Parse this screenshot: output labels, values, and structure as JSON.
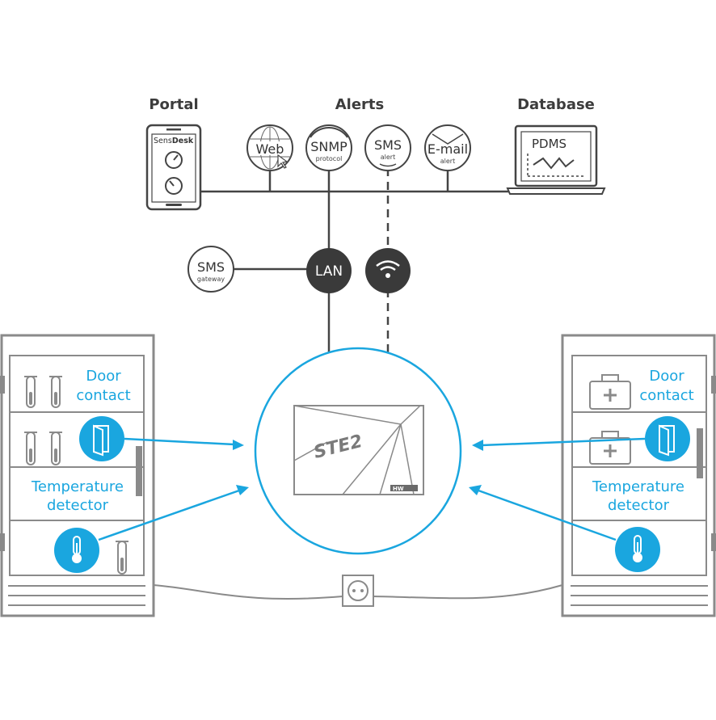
{
  "headers": {
    "portal": "Portal",
    "alerts": "Alerts",
    "database": "Database"
  },
  "portal_device": {
    "brand_plain": "Sens",
    "brand_bold": "Desk"
  },
  "alert_icons": {
    "web": {
      "label": "Web"
    },
    "snmp": {
      "label": "SNMP",
      "sub": "protocol"
    },
    "sms": {
      "label": "SMS",
      "sub": "alert"
    },
    "email": {
      "label": "E-mail",
      "sub": "alert"
    }
  },
  "database_device": {
    "label": "PDMS"
  },
  "sms_gateway": {
    "label": "SMS",
    "sub": "gateway"
  },
  "lan_hub": {
    "label": "LAN"
  },
  "center_device": {
    "label": "STE2",
    "logo": "HW"
  },
  "left_cabinet": {
    "door_line1": "Door",
    "door_line2": "contact",
    "temp_line1": "Temperature",
    "temp_line2": "detector"
  },
  "right_cabinet": {
    "door_line1": "Door",
    "door_line2": "contact",
    "temp_line1": "Temperature",
    "temp_line2": "detector"
  },
  "colors": {
    "accent_blue": "#1aa6df",
    "line_dark": "#444444",
    "cabinet_gray": "#8a8a8a",
    "hub_dark": "#3a3a3a"
  }
}
